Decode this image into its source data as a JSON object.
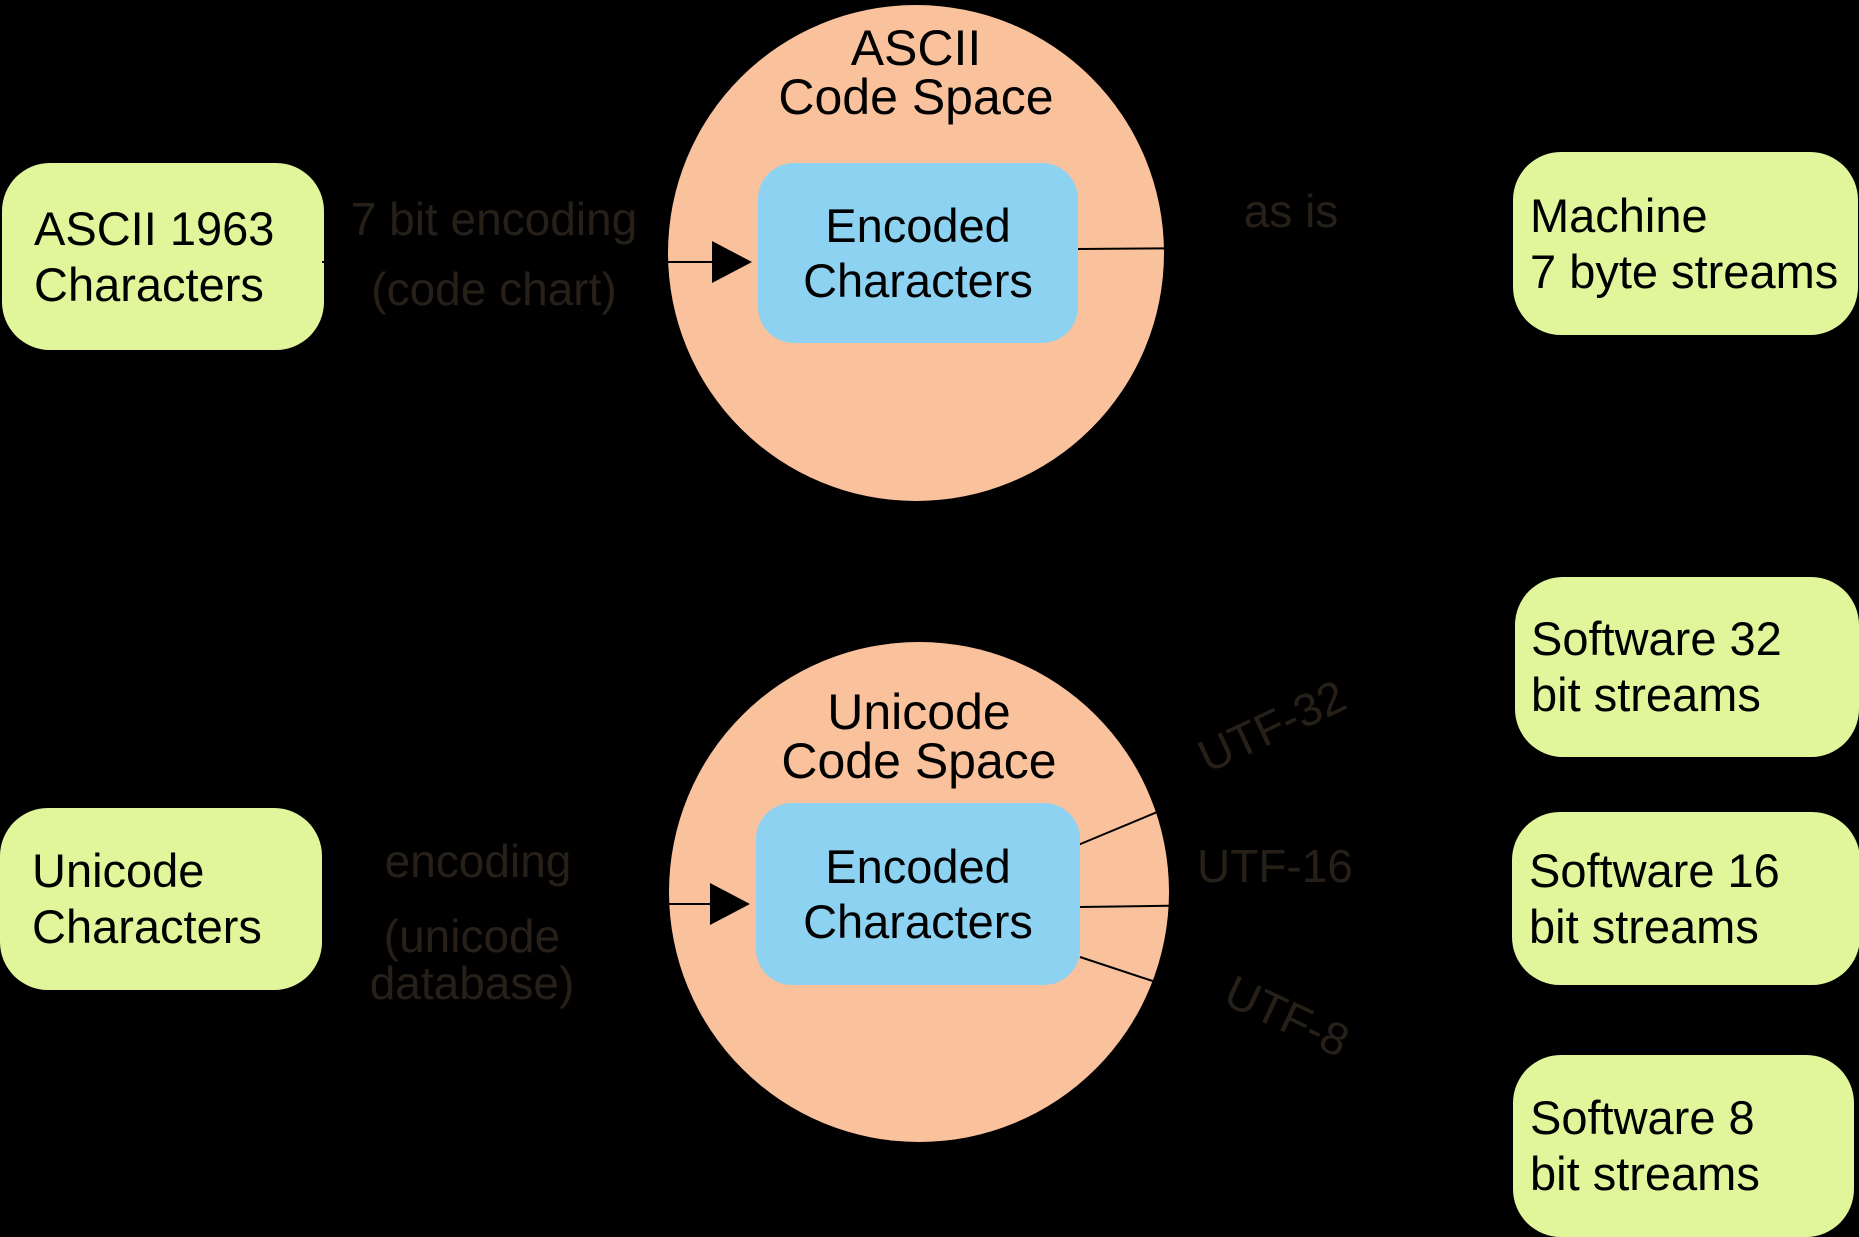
{
  "diagram": {
    "background_color": "#000000",
    "colors": {
      "source_target_box": "#e1f69b",
      "code_space_circle": "#f9c19c",
      "encoded_box": "#8ed2f2",
      "connector_label": "#262019",
      "text": "#000000"
    },
    "ascii_flow": {
      "source_box": "ASCII 1963\nCharacters",
      "encoding_label": "7 bit encoding",
      "encoding_sublabel": "(code chart)",
      "code_space_title": "ASCII\nCode Space",
      "encoded_box": "Encoded\nCharacters",
      "output_label": "as is",
      "target_box": "Machine\n7 byte streams"
    },
    "unicode_flow": {
      "source_box": "Unicode\nCharacters",
      "encoding_label": "encoding",
      "encoding_sublabel": "(unicode\ndatabase)",
      "code_space_title": "Unicode\nCode Space",
      "encoded_box": "Encoded\nCharacters",
      "utf32_label": "UTF-32",
      "utf16_label": "UTF-16",
      "utf8_label": "UTF-8",
      "target_box_32": "Software 32\nbit streams",
      "target_box_16": "Software 16\nbit streams",
      "target_box_8": "Software 8\nbit streams"
    }
  }
}
